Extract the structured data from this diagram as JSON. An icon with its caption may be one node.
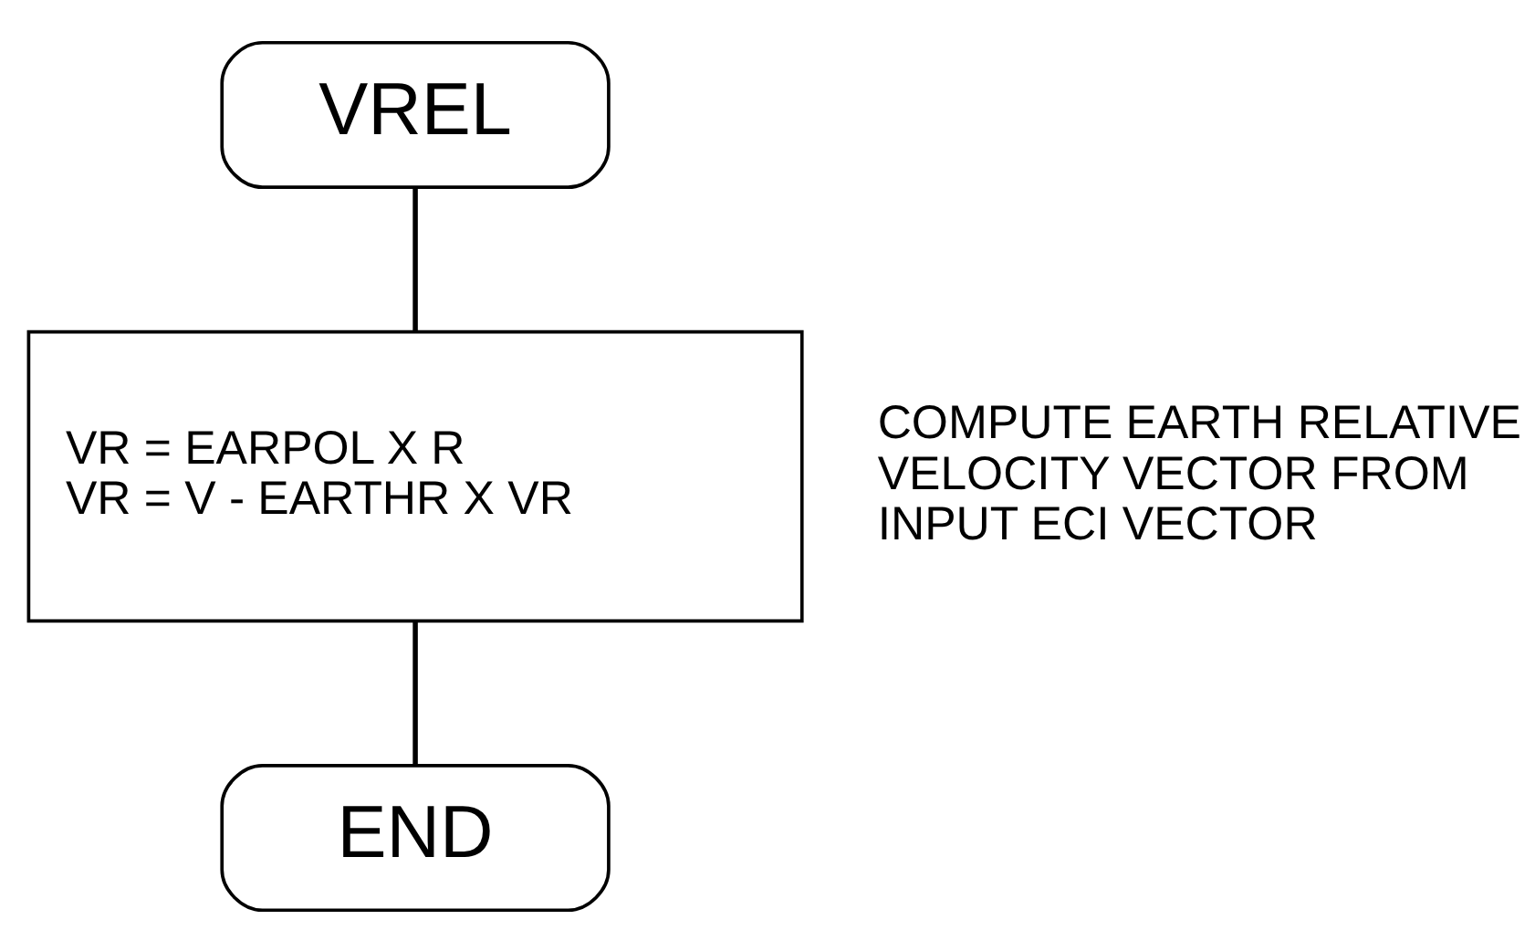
{
  "diagram": {
    "nodes": [
      {
        "text": [
          "VREL"
        ]
      },
      {
        "text": [
          "VR = EARPOL X R",
          "VR = V - EARTHR X VR"
        ],
        "beside": [
          "COMPUTE EARTH RELATIVE VELOCITY VECTOR FROM INPUT ECI VECTOR"
        ]
      },
      {
        "text": [
          "END"
        ]
      }
    ],
    "edges": [
      {
        "from": 0,
        "to": 1,
        "arrow": "none"
      },
      {
        "from": 1,
        "to": 2,
        "arrow": "none"
      }
    ]
  }
}
